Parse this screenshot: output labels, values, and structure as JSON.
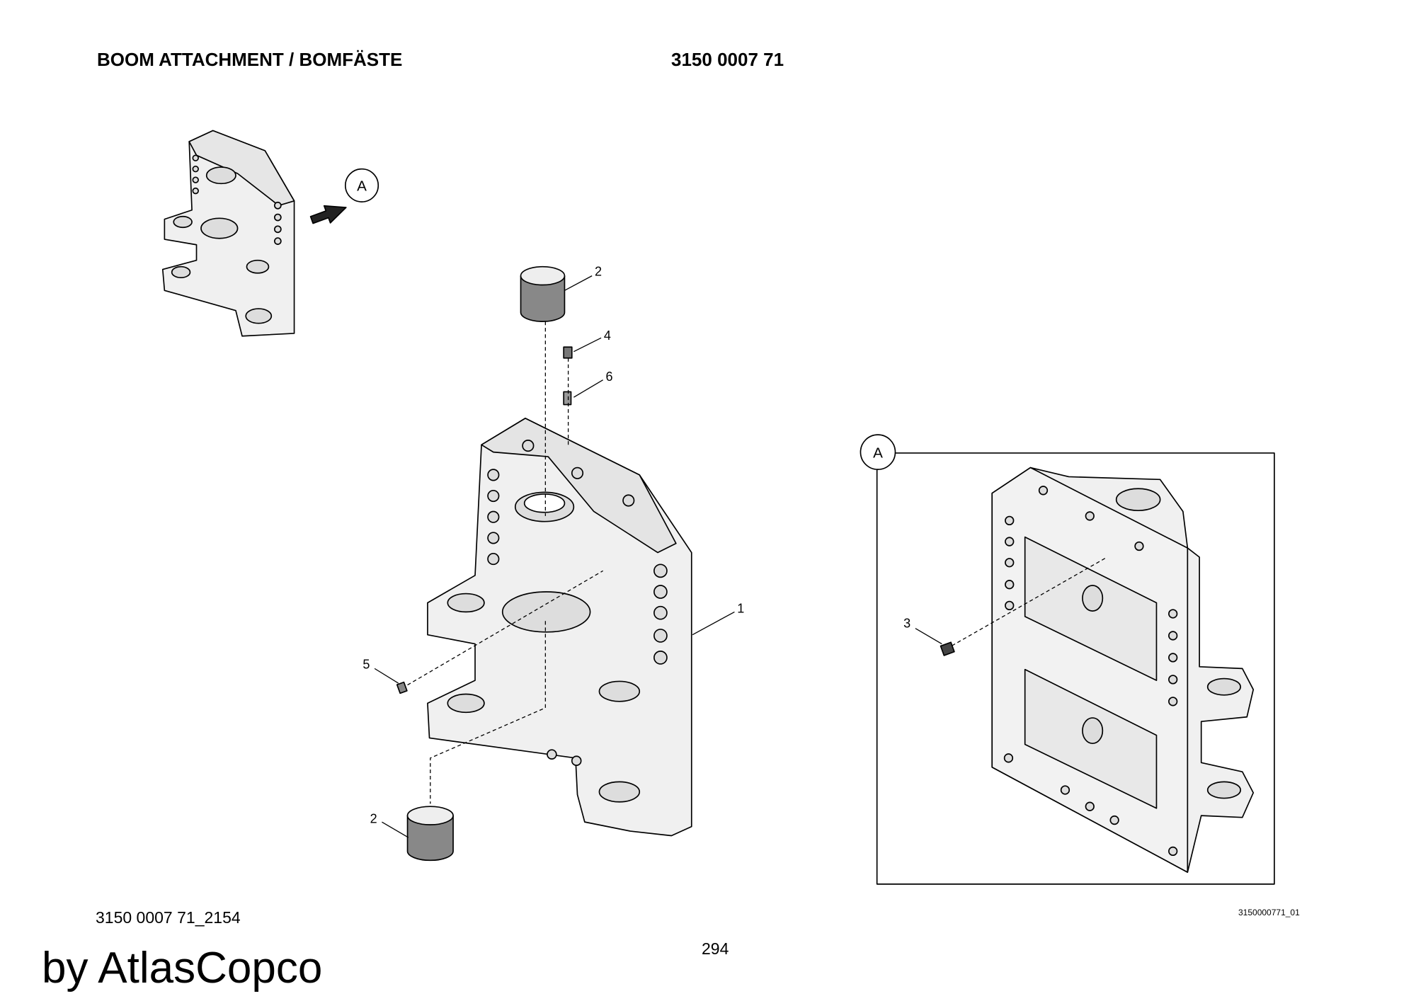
{
  "header": {
    "title": "BOOM ATTACHMENT / BOMFÄSTE",
    "part_number": "3150 0007 71"
  },
  "footer": {
    "document_ref": "3150 0007 71_2154",
    "page": "294",
    "watermark": "by AtlasCopco"
  },
  "figure": {
    "figure_id": "3150000771_01",
    "view_label": "A",
    "callouts": {
      "c2_top": "2",
      "c4": "4",
      "c6": "6",
      "c1": "1",
      "c5": "5",
      "c2_bottom": "2",
      "c3": "3"
    }
  }
}
